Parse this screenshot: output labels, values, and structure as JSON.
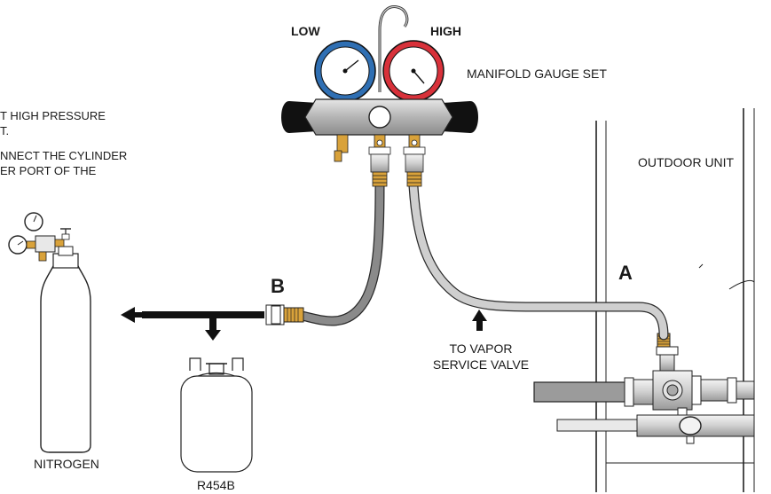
{
  "labels": {
    "low": "LOW",
    "high": "HIGH",
    "manifold": "MANIFOLD GAUGE SET",
    "outdoor_unit": "OUTDOOR UNIT",
    "point_a": "A",
    "point_b": "B",
    "to_vapor_line1": "TO VAPOR",
    "to_vapor_line2": "SERVICE VALVE",
    "nitrogen": "NITROGEN",
    "r454b": "R454B"
  },
  "note_lines": [
    "T HIGH PRESSURE",
    "T.",
    "NNECT THE CYLINDER",
    "ER  PORT  OF  THE"
  ],
  "colors": {
    "low_gauge": "#2f6fb3",
    "high_gauge": "#d8313a",
    "brass": "#d9a23a",
    "hose_dark": "#7d7d7d",
    "hose_light": "#c9c9c9",
    "body_gray": "#bdbdbd",
    "handle_black": "#111111"
  }
}
